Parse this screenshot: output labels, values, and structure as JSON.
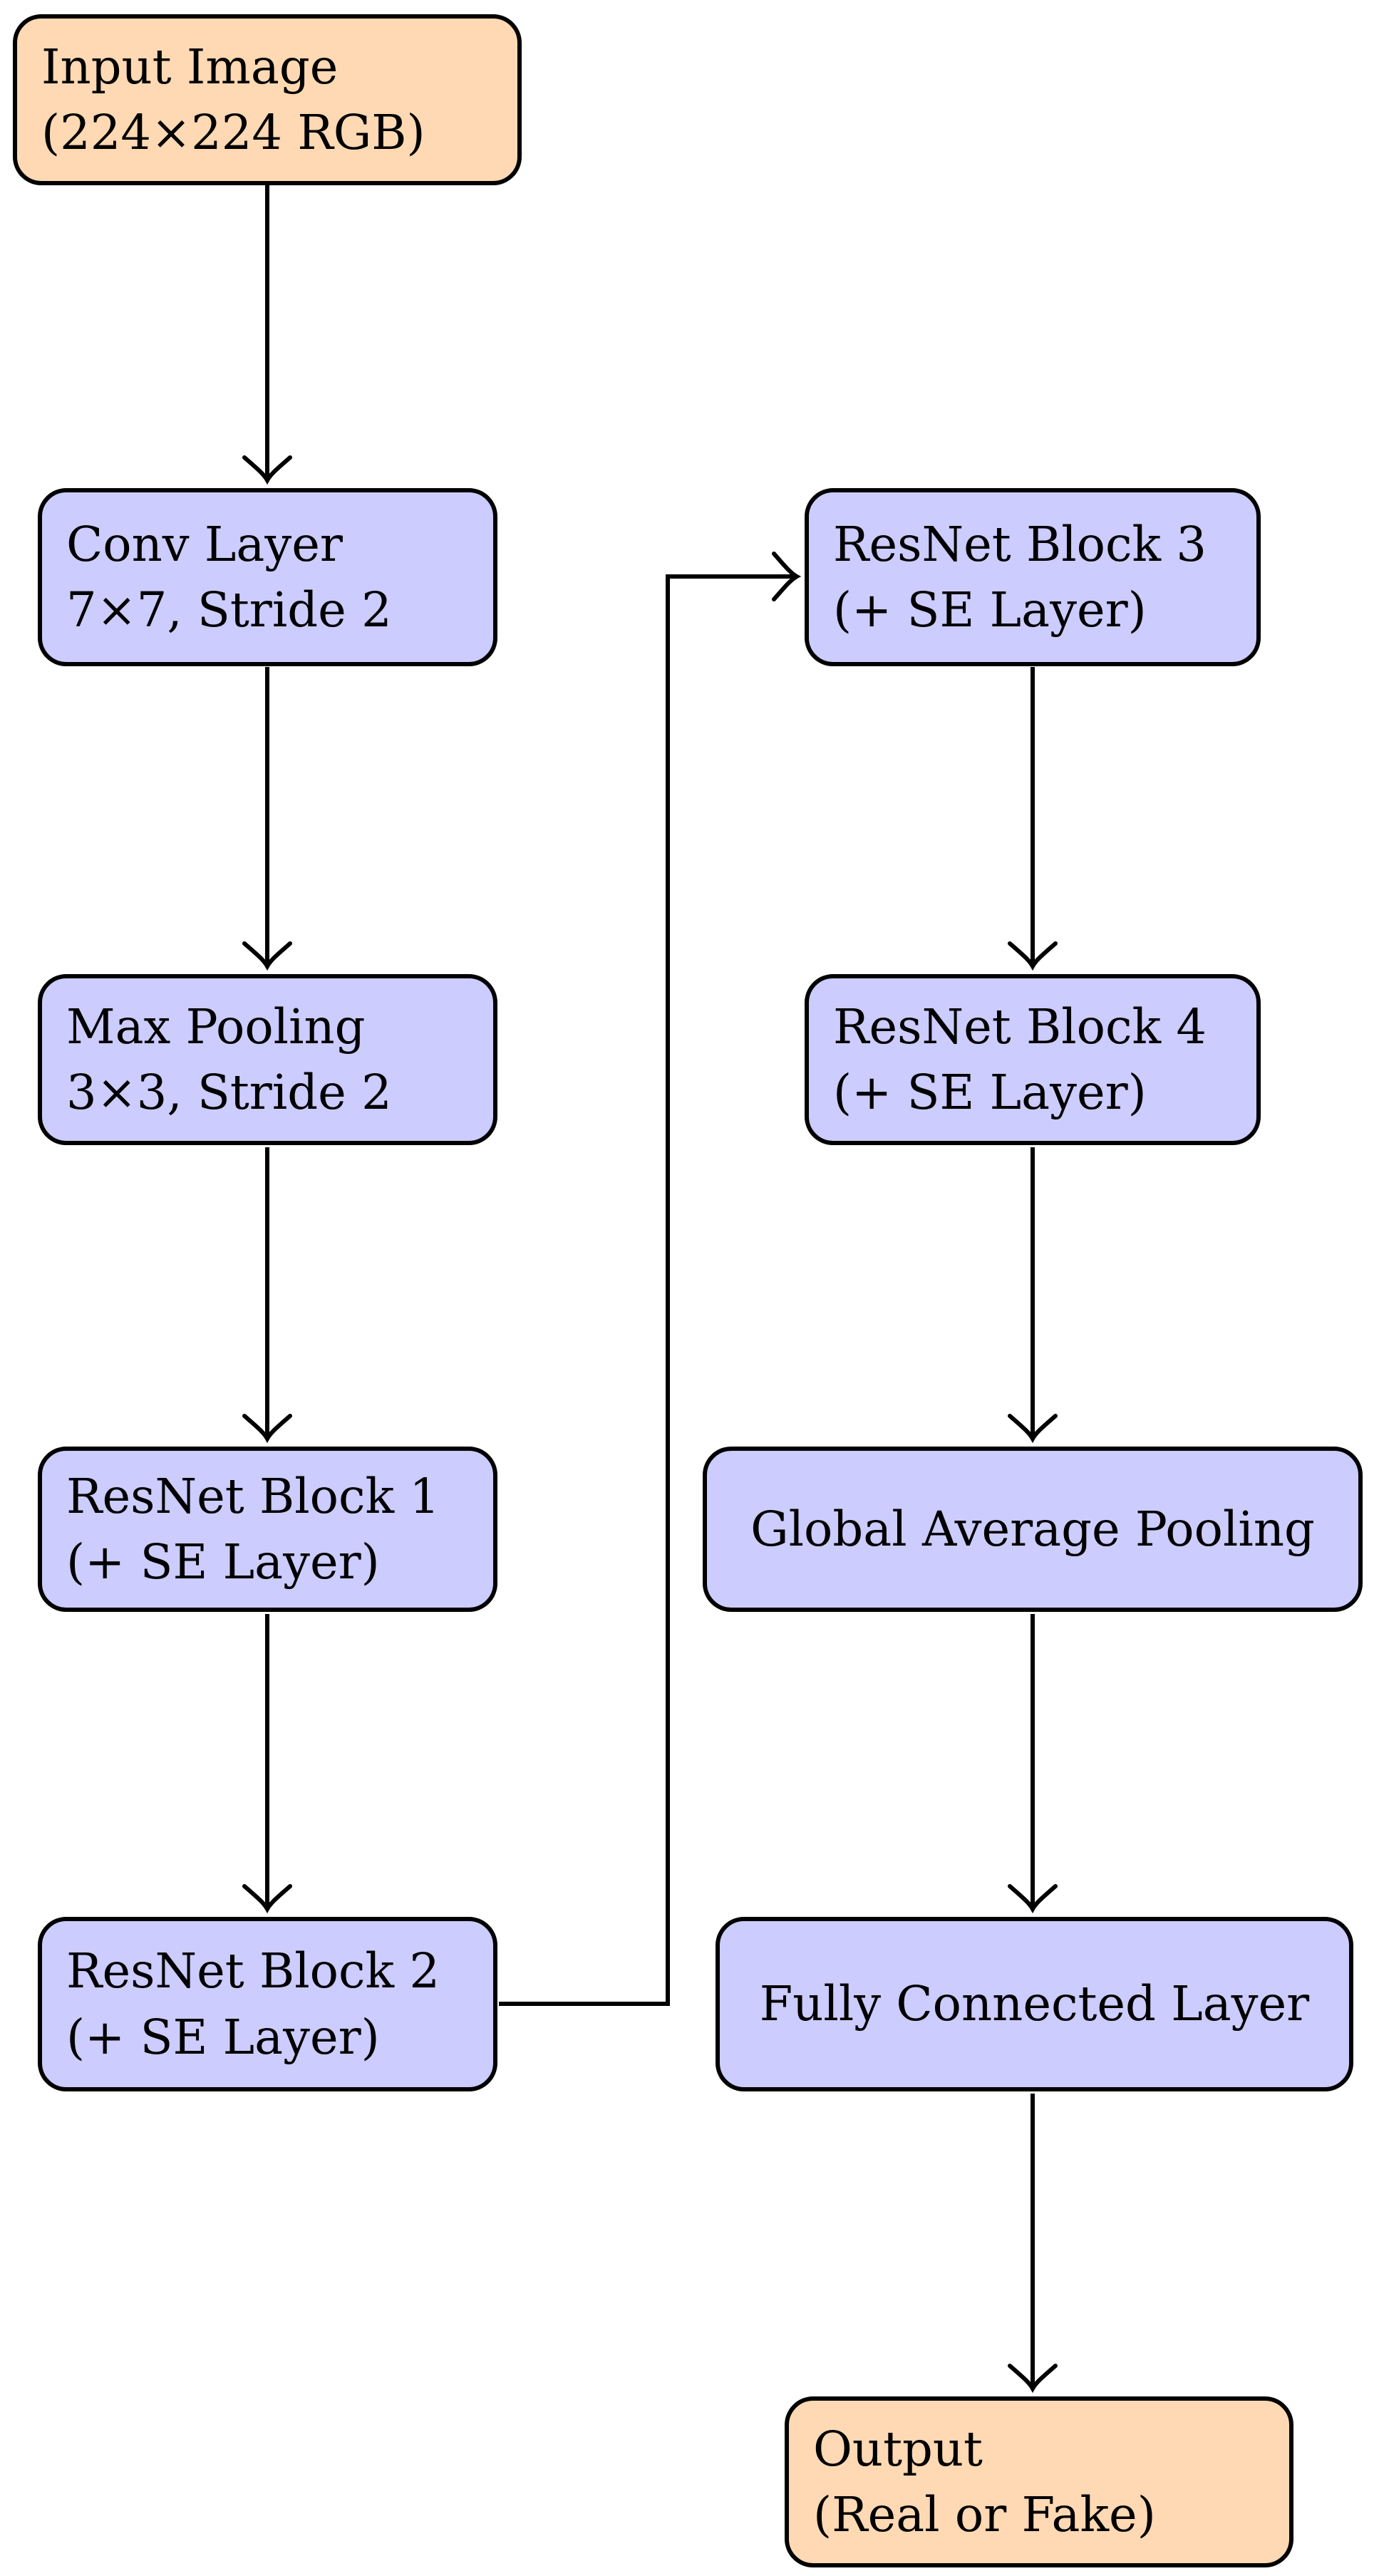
{
  "diagram": {
    "description": "CNN architecture flowchart (SE-ResNet classifier)",
    "colors": {
      "io_fill": "#FFD9B3",
      "layer_fill": "#CCCCFF",
      "stroke": "#000000",
      "background": "#FFFFFF"
    },
    "nodes": [
      {
        "id": "input",
        "type": "io",
        "lines": [
          "Input Image",
          "(224×224 RGB)"
        ]
      },
      {
        "id": "conv",
        "type": "layer",
        "lines": [
          "Conv Layer",
          "7×7, Stride 2"
        ]
      },
      {
        "id": "maxpool",
        "type": "layer",
        "lines": [
          "Max Pooling",
          "3×3, Stride 2"
        ]
      },
      {
        "id": "resnet1",
        "type": "layer",
        "lines": [
          "ResNet Block 1",
          "(+ SE Layer)"
        ]
      },
      {
        "id": "resnet2",
        "type": "layer",
        "lines": [
          "ResNet Block 2",
          "(+ SE Layer)"
        ]
      },
      {
        "id": "resnet3",
        "type": "layer",
        "lines": [
          "ResNet Block 3",
          "(+ SE Layer)"
        ]
      },
      {
        "id": "resnet4",
        "type": "layer",
        "lines": [
          "ResNet Block 4",
          "(+ SE Layer)"
        ]
      },
      {
        "id": "gap",
        "type": "layer",
        "lines": [
          "Global Average Pooling"
        ]
      },
      {
        "id": "fc",
        "type": "layer",
        "lines": [
          "Fully Connected Layer"
        ]
      },
      {
        "id": "output",
        "type": "io",
        "lines": [
          "Output",
          "(Real or Fake)"
        ]
      }
    ],
    "edges": [
      {
        "from": "input",
        "to": "conv",
        "route": "straight-down"
      },
      {
        "from": "conv",
        "to": "maxpool",
        "route": "straight-down"
      },
      {
        "from": "maxpool",
        "to": "resnet1",
        "route": "straight-down"
      },
      {
        "from": "resnet1",
        "to": "resnet2",
        "route": "straight-down"
      },
      {
        "from": "resnet2",
        "to": "resnet3",
        "route": "right-up-right-elbow"
      },
      {
        "from": "resnet3",
        "to": "resnet4",
        "route": "straight-down"
      },
      {
        "from": "resnet4",
        "to": "gap",
        "route": "straight-down"
      },
      {
        "from": "gap",
        "to": "fc",
        "route": "straight-down"
      },
      {
        "from": "fc",
        "to": "output",
        "route": "straight-down"
      }
    ]
  }
}
